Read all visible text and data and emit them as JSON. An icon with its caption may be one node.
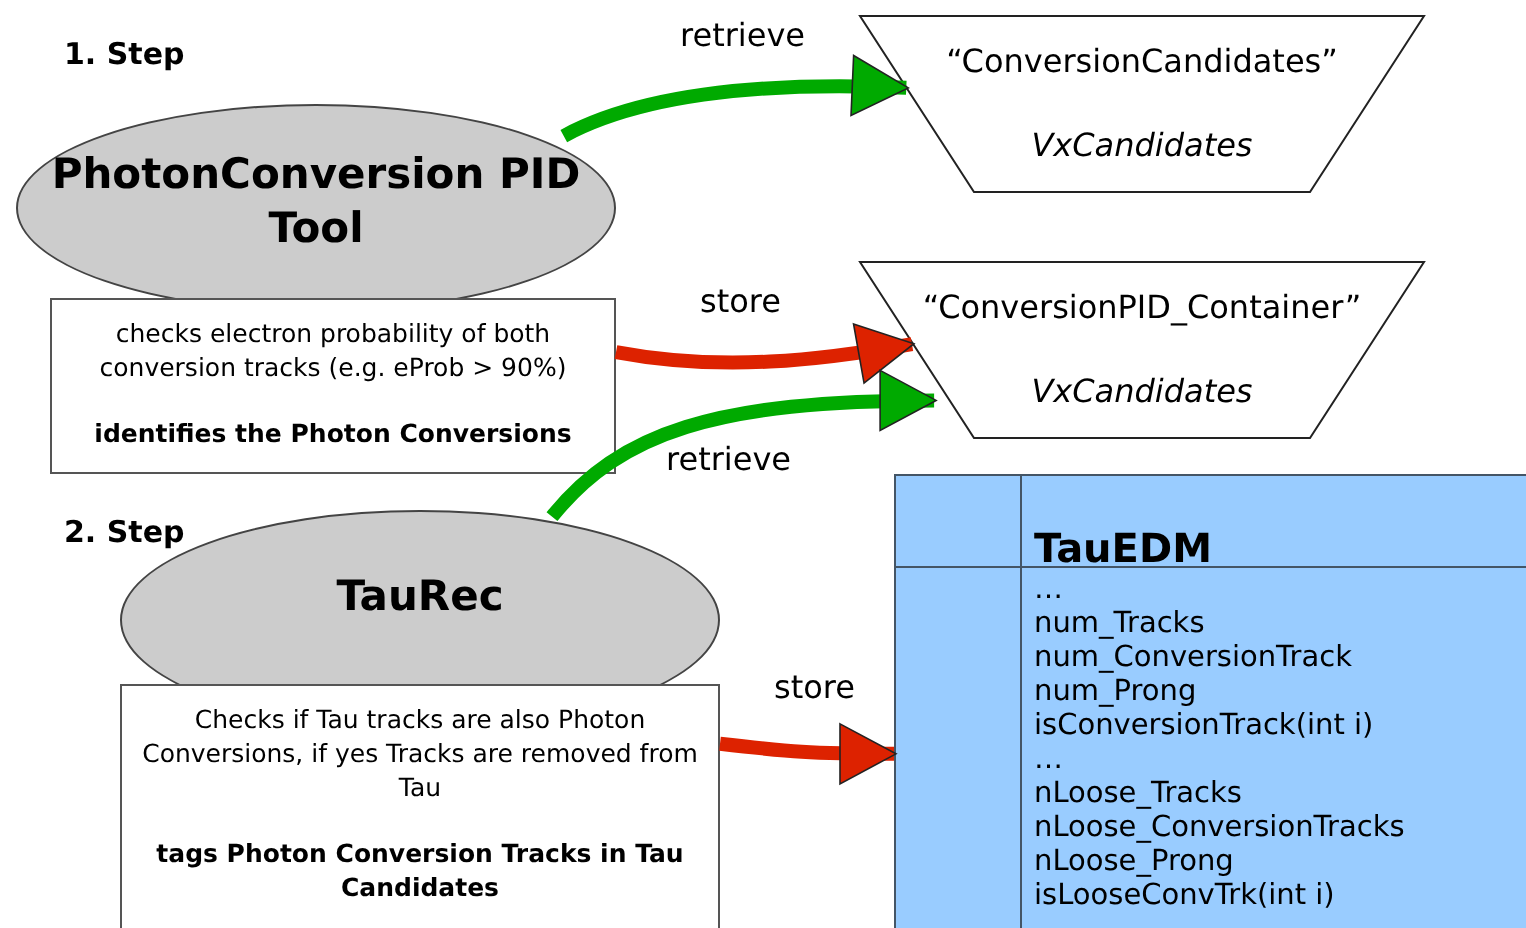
{
  "diagram": {
    "nodes": [
      {
        "text": [
          "PhotonConversion PID Tool"
        ]
      },
      {
        "text": [
          "checks electron probability of both conversion tracks (e.g. eProb > 90%)",
          "identifies the Photon Conversions"
        ]
      },
      {
        "text": [
          "“ConversionCandidates”",
          "VxCandidates"
        ]
      },
      {
        "text": [
          "“ConversionPID_Container”",
          "VxCandidates"
        ]
      },
      {
        "text": [
          "TauRec"
        ]
      },
      {
        "text": [
          "Checks if Tau tracks are also Photon Conversions, if yes Tracks are removed from Tau",
          "tags Photon Conversion Tracks in Tau Candidates"
        ]
      },
      {
        "text": [
          "TauEDM",
          "…",
          "num_Tracks",
          "num_ConversionTrack",
          "num_Prong",
          "isConversionTrack(int i)",
          "…",
          "nLoose_Tracks",
          "nLoose_ConversionTracks",
          "nLoose_Prong",
          "isLooseConvTrk(int i)"
        ]
      }
    ],
    "edges": [
      {
        "from": 0,
        "to": 2,
        "arrow": "to",
        "label": "retrieve"
      },
      {
        "from": 1,
        "to": 3,
        "arrow": "to",
        "label": "store",
        "color": "#dd2200"
      },
      {
        "from": 4,
        "to": 3,
        "arrow": "to",
        "label": "retrieve"
      },
      {
        "from": 5,
        "to": 6,
        "arrow": "to",
        "label": "store",
        "color": "#dd2200"
      }
    ],
    "labels": [
      "1. Step",
      "2. Step"
    ]
  }
}
